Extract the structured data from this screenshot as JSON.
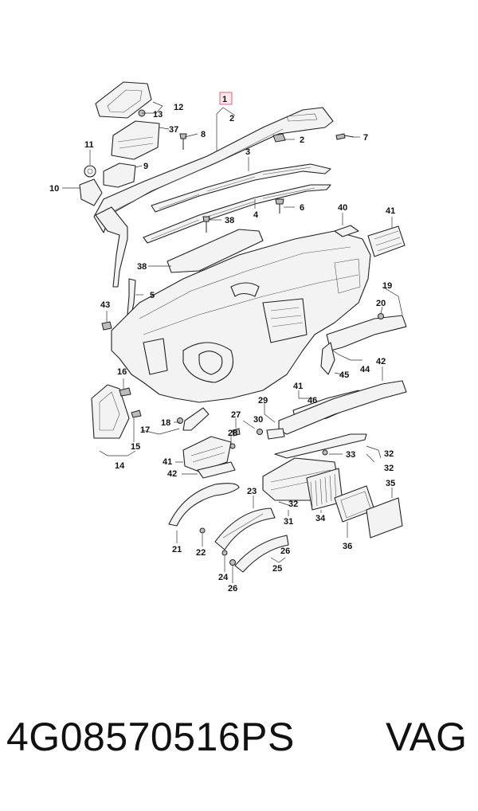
{
  "colors": {
    "highlight": "#e0607a",
    "ink": "#111111"
  },
  "diagram": {
    "callouts": [
      "1",
      "2",
      "2",
      "3",
      "4",
      "5",
      "6",
      "7",
      "8",
      "9",
      "10",
      "11",
      "12",
      "13",
      "14",
      "15",
      "16",
      "17",
      "18",
      "19",
      "20",
      "21",
      "22",
      "23",
      "24",
      "25",
      "26",
      "26",
      "27",
      "28",
      "29",
      "30",
      "31",
      "32",
      "32",
      "32",
      "33",
      "34",
      "35",
      "36",
      "37",
      "38",
      "38",
      "40",
      "41",
      "41",
      "41",
      "42",
      "42",
      "43",
      "44",
      "45",
      "46"
    ]
  },
  "caption": {
    "code": "4G08570516PS",
    "brand": "VAG"
  }
}
